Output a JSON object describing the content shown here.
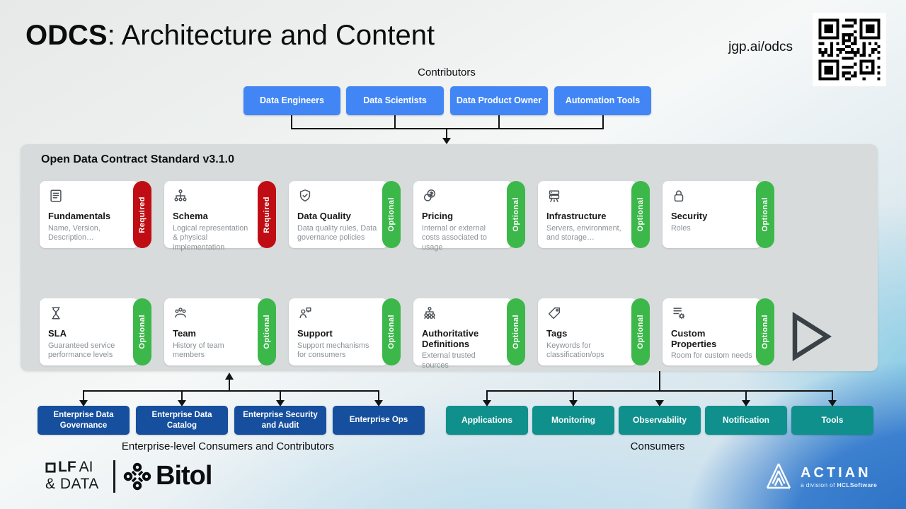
{
  "slide": {
    "title_brand": "ODCS",
    "title_rest": ": Architecture and Content",
    "link": "jgp.ai/odcs",
    "qr_icon": "qr-code"
  },
  "contributors": {
    "label": "Contributors",
    "items": [
      "Data Engineers",
      "Data Scientists",
      "Data Product Owner",
      "Automation Tools"
    ]
  },
  "panel": {
    "title": "Open Data Contract Standard v3.1.0",
    "cards": [
      {
        "title": "Fundamentals",
        "desc": "Name, Version, Description…",
        "badge": "Required",
        "icon": "document-icon"
      },
      {
        "title": "Schema",
        "desc": "Logical representation & physical implementation",
        "badge": "Required",
        "icon": "schema-icon"
      },
      {
        "title": "Data Quality",
        "desc": "Data quality rules, Data governance policies",
        "badge": "Optional",
        "icon": "shield-check-icon"
      },
      {
        "title": "Pricing",
        "desc": "Internal or external costs associated to usage",
        "badge": "Optional",
        "icon": "coins-icon"
      },
      {
        "title": "Infrastructure",
        "desc": "Servers, environment, and storage…",
        "badge": "Optional",
        "icon": "server-icon"
      },
      {
        "title": "Security",
        "desc": "Roles",
        "badge": "Optional",
        "icon": "lock-icon"
      },
      {
        "title": "SLA",
        "desc": "Guaranteed service performance levels",
        "badge": "Optional",
        "icon": "hourglass-icon"
      },
      {
        "title": "Team",
        "desc": "History of team members",
        "badge": "Optional",
        "icon": "team-icon"
      },
      {
        "title": "Support",
        "desc": "Support mechanisms for consumers",
        "badge": "Optional",
        "icon": "support-icon"
      },
      {
        "title": "Authoritative Definitions",
        "desc": "External trusted sources",
        "badge": "Optional",
        "icon": "org-tree-icon"
      },
      {
        "title": "Tags",
        "desc": "Keywords for classification/ops",
        "badge": "Optional",
        "icon": "tag-icon"
      },
      {
        "title": "Custom Properties",
        "desc": "Room for custom needs",
        "badge": "Optional",
        "icon": "document-gear-icon"
      }
    ],
    "play_icon": "play-triangle"
  },
  "enterprise": {
    "label": "Enterprise-level Consumers and Contributors",
    "items": [
      "Enterprise Data Governance",
      "Enterprise Data Catalog",
      "Enterprise Security and Audit",
      "Enterprise Ops"
    ]
  },
  "consumers": {
    "label": "Consumers",
    "items": [
      "Applications",
      "Monitoring",
      "Observability",
      "Notification",
      "Tools"
    ]
  },
  "footer": {
    "lf_bold": "LF",
    "lf_light": "AI",
    "lf_line2": "& DATA",
    "bitol": "Bitol",
    "actian": "ACTIAN",
    "actian_sub_light": "a division of ",
    "actian_sub_bold": "HCLSoftware"
  },
  "colors": {
    "contributor_blue": "#4286f5",
    "required_red": "#c00d14",
    "optional_green": "#3cb84b",
    "enterprise_navy": "#164f9e",
    "consumer_teal": "#0f908d",
    "panel_gray": "#d7dbdc"
  }
}
